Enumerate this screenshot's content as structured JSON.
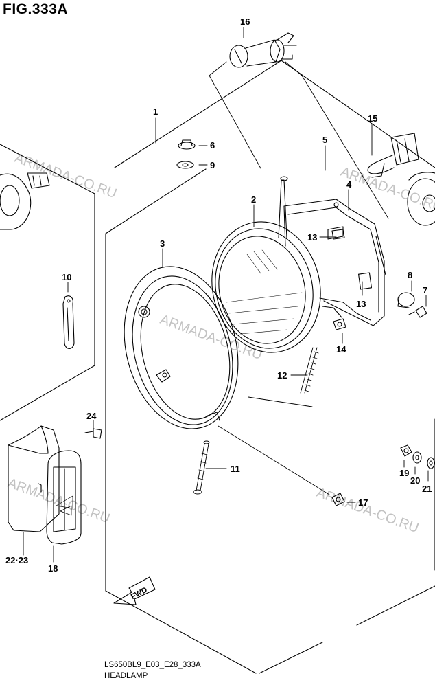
{
  "figure": {
    "title": "FIG.333A",
    "model_code": "LS650BL9_E03_E28_333A",
    "name": "HEADLAMP"
  },
  "fwd_label": "FWD",
  "watermark": "ARMADA-CO.RU",
  "callouts": {
    "c1": "1",
    "c2": "2",
    "c3": "3",
    "c4": "4",
    "c5": "5",
    "c6": "6",
    "c7": "7",
    "c8": "8",
    "c9": "9",
    "c10": "10",
    "c11": "11",
    "c12": "12",
    "c13a": "13",
    "c13b": "13",
    "c14": "14",
    "c15": "15",
    "c16": "16",
    "c17": "17",
    "c18": "18",
    "c19": "19",
    "c20": "20",
    "c21": "21",
    "c22_23": "22·23",
    "c24": "24"
  }
}
